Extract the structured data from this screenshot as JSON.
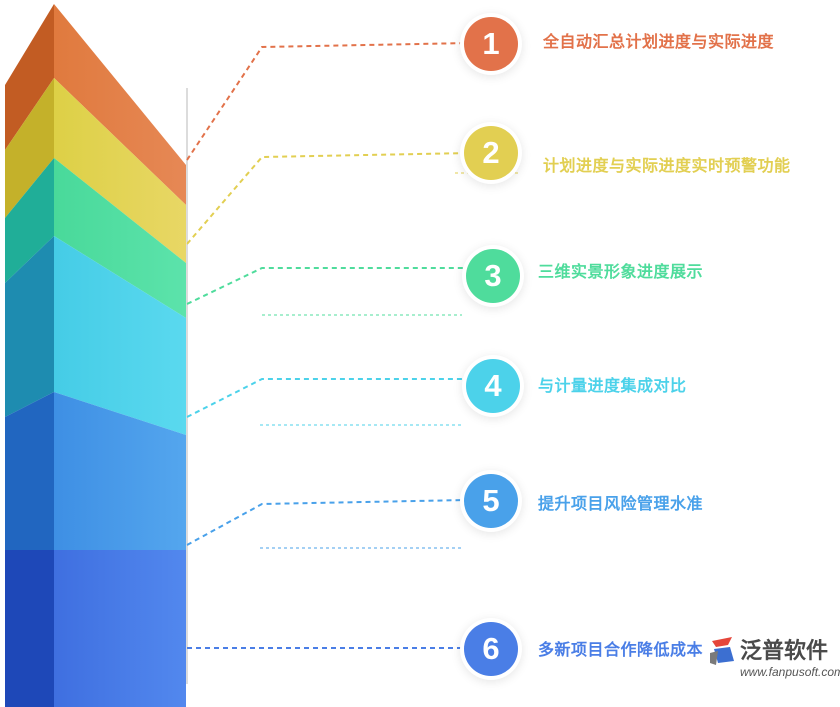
{
  "items": [
    {
      "number": "1",
      "text": "全自动汇总计划进度与实际进度",
      "color": "#e2724a"
    },
    {
      "number": "2",
      "text": "计划进度与实际进度实时预警功能",
      "color": "#e2cf52"
    },
    {
      "number": "3",
      "text": "三维实景形象进度展示",
      "color": "#4fdc9c"
    },
    {
      "number": "4",
      "text": "与计量进度集成对比",
      "color": "#4cd2ea"
    },
    {
      "number": "5",
      "text": "提升项目风险管理水准",
      "color": "#49a1ea"
    },
    {
      "number": "6",
      "text": "多新项目合作降低成本",
      "color": "#4a7ee6"
    }
  ],
  "logo": {
    "name": "泛普软件",
    "url": "www.fanpusoft.com"
  }
}
